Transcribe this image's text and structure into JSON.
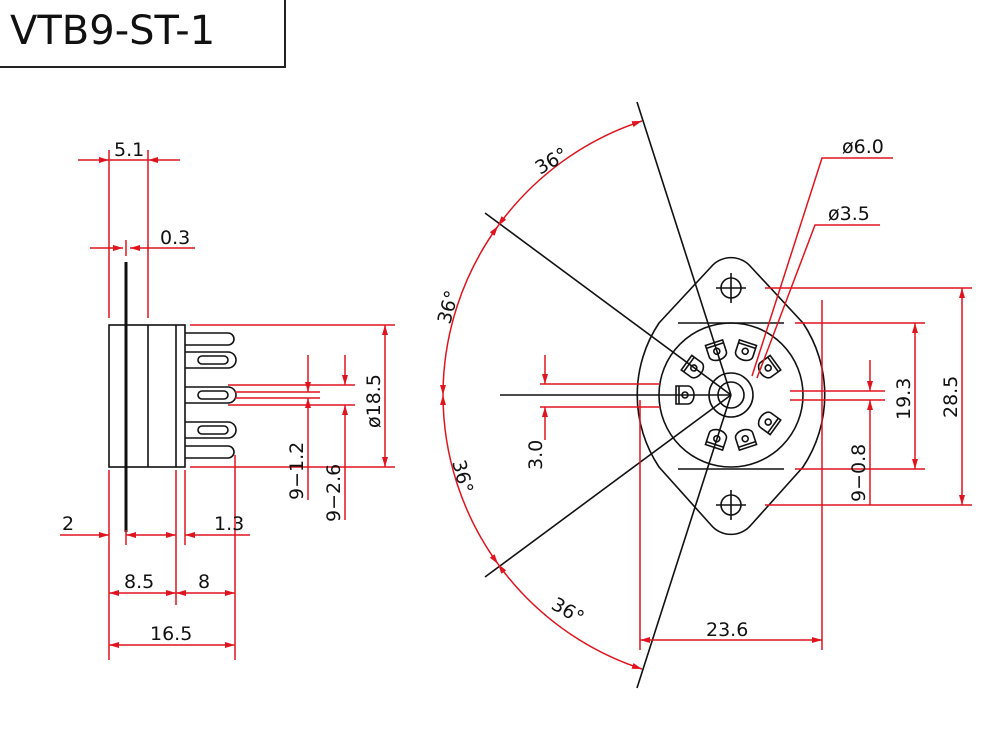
{
  "title": "VTB9-ST-1",
  "colors": {
    "dimension": "#e0141e",
    "outline": "#111111"
  },
  "side_view": {
    "dims": {
      "flange_to_body": "5.1",
      "flange_thickness": "0.3",
      "body_diameter": "ø18.5",
      "pin_width": "9−1.2",
      "pin_slot": "9−2.6",
      "rear_offset": "2",
      "step": "1.3",
      "body_length": "8.5",
      "pin_length": "8",
      "overall_length": "16.5"
    }
  },
  "front_view": {
    "angles": [
      "36°",
      "36°",
      "36°",
      "36°"
    ],
    "dims": {
      "center_hole": "ø6.0",
      "inner_hole": "ø3.5",
      "pin_offset": "3.0",
      "flat_width": "19.3",
      "mount_spacing": "28.5",
      "pin_hole": "9−0.8",
      "body_width": "23.6"
    }
  }
}
